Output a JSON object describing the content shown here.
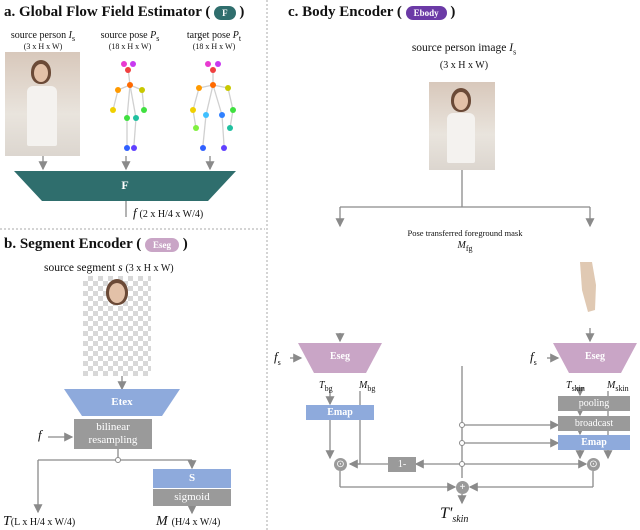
{
  "section_a": {
    "title": "a. Global Flow Field Estimator (",
    "title_close": ")",
    "badge": "F",
    "images": [
      {
        "label": "source person",
        "var": "I",
        "sub": "s",
        "dims": "(3 x H x W)"
      },
      {
        "label": "source pose",
        "var": "P",
        "sub": "s",
        "dims": "(18 x H x W)"
      },
      {
        "label": "target pose",
        "var": "P",
        "sub": "t",
        "dims": "(18 x H x W)"
      }
    ],
    "module_label": "F",
    "output_var": "f",
    "output_dims": "(2 x H/4 x W/4)"
  },
  "section_b": {
    "title": "b. Segment Encoder (",
    "title_close": ")",
    "badge": "Eseg",
    "input_label": "source segment",
    "input_var": "s",
    "input_dims": "(3 x H x W)",
    "etex_label": "Etex",
    "f_label": "f",
    "resampling_label": "bilinear resampling",
    "s_label": "S",
    "sigmoid_label": "sigmoid",
    "t_out_var": "T",
    "t_out_dims": "(L x H/4 x W/4)",
    "m_out_var": "M",
    "m_out_dims": "(H/4 x W/4)"
  },
  "section_c": {
    "title": "c. Body Encoder (",
    "title_close": ")",
    "badge": "Ebody",
    "input_label": "source person image",
    "input_var": "I",
    "input_sub": "s",
    "input_dims": "(3 x H x W)",
    "mask_label": "Pose transferred foreground mask",
    "mask_var": "M",
    "mask_sub": "fg",
    "fs_label": "f",
    "fs_sub": "s",
    "eseg_label": "Eseg",
    "t_bg": "T",
    "t_bg_sub": "bg",
    "m_bg": "M",
    "m_bg_sub": "bg",
    "t_skin": "T",
    "t_skin_sub": "skin",
    "m_skin": "M",
    "m_skin_sub": "skin",
    "emap_label": "Emap",
    "pooling_label": "pooling",
    "broadcast_label": "broadcast",
    "one_minus": "1-",
    "odot": "⊙",
    "plus": "+",
    "out_var": "T'",
    "out_sub": "skin"
  },
  "colors": {
    "teal": "#2f6e6d",
    "pink": "#c9a5c6",
    "purple": "#6b3aa6",
    "blue": "#8eaadc",
    "gray": "#9a9a9a"
  }
}
